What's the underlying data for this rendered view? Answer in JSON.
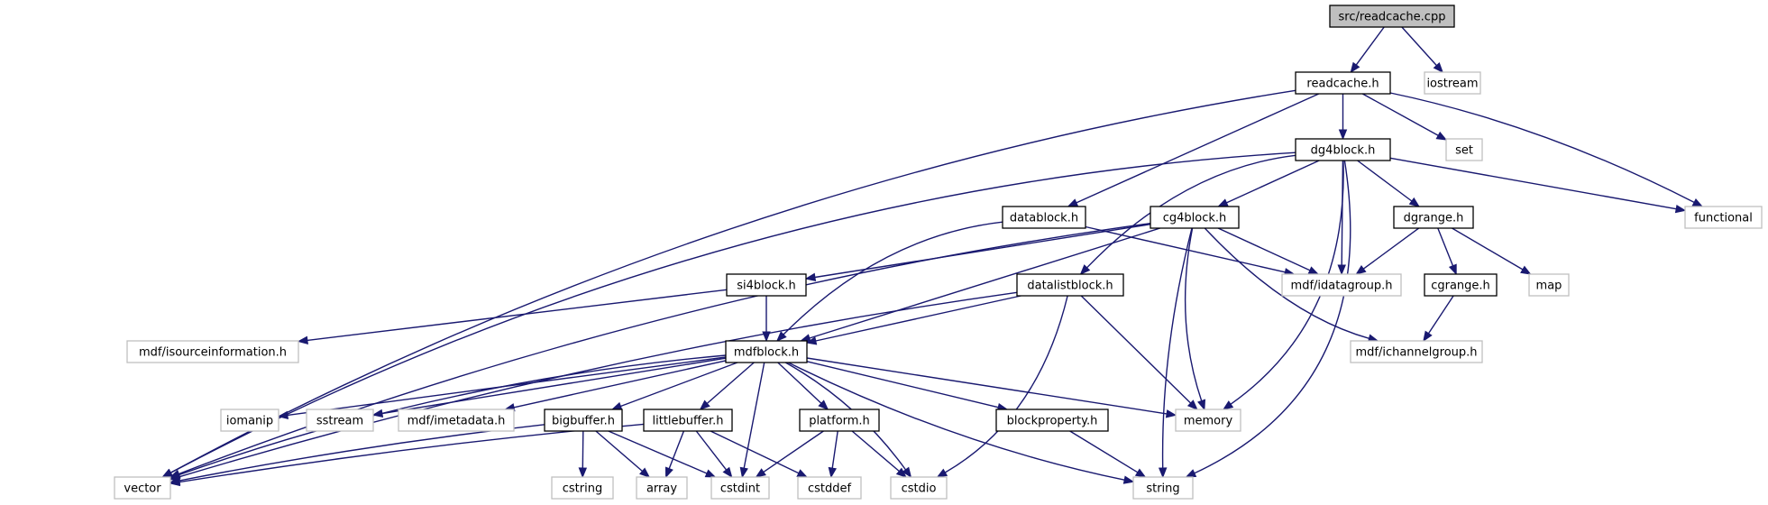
{
  "graph": {
    "colors": {
      "edge": "#191970",
      "root_fill": "#bfbfbf",
      "local_border": "#000000",
      "system_border": "#bfbfbf"
    },
    "nodes": {
      "readcache_cpp": "src/readcache.cpp",
      "readcache_h": "readcache.h",
      "iostream": "iostream",
      "dg4block_h": "dg4block.h",
      "set": "set",
      "functional": "functional",
      "datablock_h": "datablock.h",
      "cg4block_h": "cg4block.h",
      "dgrange_h": "dgrange.h",
      "si4block_h": "si4block.h",
      "datalistblock_h": "datalistblock.h",
      "mdf_idatagroup_h": "mdf/idatagroup.h",
      "cgrange_h": "cgrange.h",
      "map": "map",
      "mdf_isourceinformation_h": "mdf/isourceinformation.h",
      "mdfblock_h": "mdfblock.h",
      "mdf_ichannelgroup_h": "mdf/ichannelgroup.h",
      "iomanip": "iomanip",
      "sstream": "sstream",
      "mdf_imetadata_h": "mdf/imetadata.h",
      "bigbuffer_h": "bigbuffer.h",
      "littlebuffer_h": "littlebuffer.h",
      "platform_h": "platform.h",
      "blockproperty_h": "blockproperty.h",
      "memory": "memory",
      "vector": "vector",
      "cstring": "cstring",
      "array": "array",
      "cstdint": "cstdint",
      "cstddef": "cstddef",
      "cstdio": "cstdio",
      "string": "string"
    }
  }
}
